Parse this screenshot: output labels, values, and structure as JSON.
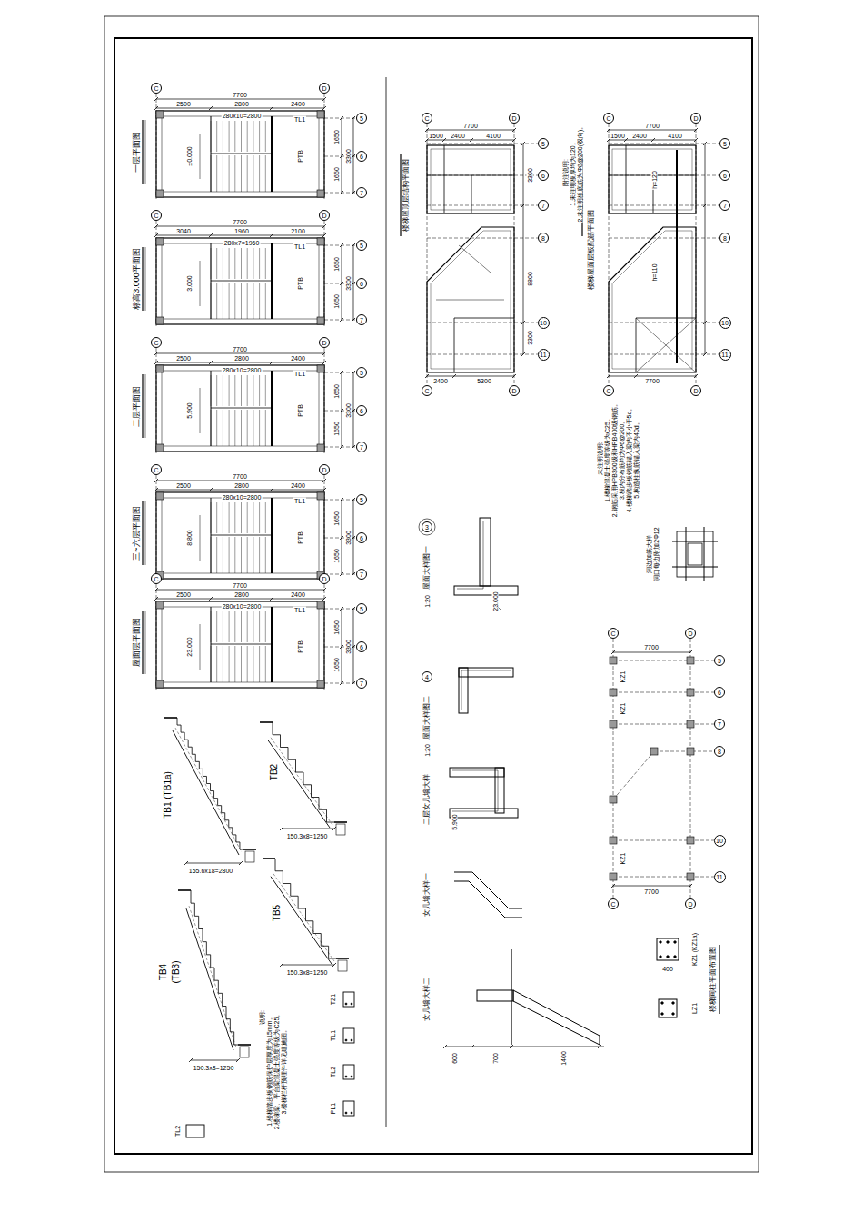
{
  "diagram": {
    "nodes": [
      {
        "text": [
          "C"
        ]
      },
      {
        "text": [
          "D"
        ]
      },
      {
        "text": [
          "5"
        ]
      },
      {
        "text": [
          "6"
        ]
      },
      {
        "text": [
          "7"
        ]
      },
      {
        "text": [
          "C"
        ]
      },
      {
        "text": [
          "D"
        ]
      },
      {
        "text": [
          "5"
        ]
      },
      {
        "text": [
          "6"
        ]
      },
      {
        "text": [
          "7"
        ]
      },
      {
        "text": [
          "C"
        ]
      },
      {
        "text": [
          "D"
        ]
      },
      {
        "text": [
          "5"
        ]
      },
      {
        "text": [
          "6"
        ]
      },
      {
        "text": [
          "7"
        ]
      },
      {
        "text": [
          "C"
        ]
      },
      {
        "text": [
          "D"
        ]
      },
      {
        "text": [
          "5"
        ]
      },
      {
        "text": [
          "6"
        ]
      },
      {
        "text": [
          "7"
        ]
      },
      {
        "text": [
          "C"
        ]
      },
      {
        "text": [
          "D"
        ]
      },
      {
        "text": [
          "5"
        ]
      },
      {
        "text": [
          "6"
        ]
      },
      {
        "text": [
          "7"
        ]
      },
      {
        "text": [
          "C"
        ]
      },
      {
        "text": [
          "D"
        ]
      },
      {
        "text": [
          "5"
        ]
      },
      {
        "text": [
          "6"
        ]
      },
      {
        "text": [
          "7"
        ]
      },
      {
        "text": [
          "8"
        ]
      },
      {
        "text": [
          "10"
        ]
      },
      {
        "text": [
          "11"
        ]
      },
      {
        "text": [
          "C"
        ]
      },
      {
        "text": [
          "D"
        ]
      },
      {
        "text": [
          "C"
        ]
      },
      {
        "text": [
          "D"
        ]
      },
      {
        "text": [
          "5"
        ]
      },
      {
        "text": [
          "6"
        ]
      },
      {
        "text": [
          "7"
        ]
      },
      {
        "text": [
          "8"
        ]
      },
      {
        "text": [
          "10"
        ]
      },
      {
        "text": [
          "11"
        ]
      },
      {
        "text": [
          "C"
        ]
      },
      {
        "text": [
          "D"
        ]
      },
      {
        "text": [
          "C"
        ]
      },
      {
        "text": [
          "D"
        ]
      },
      {
        "text": [
          "5"
        ]
      },
      {
        "text": [
          "6"
        ]
      },
      {
        "text": [
          "7"
        ]
      },
      {
        "text": [
          "8"
        ]
      },
      {
        "text": [
          "10"
        ]
      },
      {
        "text": [
          "11"
        ]
      },
      {
        "text": [
          "C"
        ]
      },
      {
        "text": [
          "D"
        ]
      },
      {
        "text": [
          "3"
        ]
      },
      {
        "text": [
          "4"
        ]
      }
    ],
    "labels": [
      "一层平面图",
      "7700",
      "2500",
      "2800",
      "2400",
      "280x10=2800",
      "1650",
      "1650",
      "3300",
      "±0.000",
      "PTB",
      "TL1",
      "标高3.000平面图",
      "7700",
      "3040",
      "1960",
      "2100",
      "280x7=1960",
      "1650",
      "1650",
      "3300",
      "3.000",
      "PTB",
      "TL1",
      "二层平面图",
      "7700",
      "2500",
      "2800",
      "2400",
      "280x10=2800",
      "1650",
      "1650",
      "3300",
      "5.900",
      "PTB",
      "TL1",
      "三~六层平面图",
      "7700",
      "2500",
      "2800",
      "2400",
      "280x10=2800",
      "1650",
      "1650",
      "3300",
      "8.800",
      "PTB",
      "TL1",
      "屋面层平面图",
      "7700",
      "2500",
      "2800",
      "2400",
      "280x10=2800",
      "1650",
      "1650",
      "3300",
      "23.000",
      "PTB",
      "TL1",
      "楼梯屋顶层结构平面图",
      "7700",
      "1500",
      "2400",
      "4100",
      "2400",
      "5300",
      "3300",
      "8800",
      "3300",
      "楼梯屋面层板配筋平面图",
      "附注说明:",
      "1.未注明板厚均为120。",
      "2.未注明板底筋为Φ8@200(双向)。",
      "7700",
      "1500",
      "2400",
      "4100",
      "h=120",
      "h=110",
      "7700",
      "未注明说明:",
      "1.楼梯混凝土强度等级为C25。",
      "2.钢筋采用HPB300级和HRB400级钢筋。",
      "3.板内分布筋均为Φ6@200。",
      "4.楼梯踏步板钢筋锚入梁内不小于5d。",
      "5.构造柱纵筋锚入梁内40d。",
      "洞边加筋大样",
      "洞口每边附加2Φ12",
      "屋面大样图一",
      "1:20",
      "屋面大样图二",
      "1:20",
      "二层女儿墙大样",
      "女儿墙大样一",
      "女儿墙大样二",
      "23.000",
      "5.900",
      "600",
      "700",
      "1400",
      "7700",
      "7700",
      "KZ1",
      "KZ1",
      "KZ1",
      "KZ1 (KZ1a)",
      "400",
      "LZ1",
      "楼梯间柱平面布置图",
      "TB1 (TB1a)",
      "155.6x18=2800",
      "TB2",
      "150.3x8=1250",
      "TB5",
      "150.3x8=1250",
      "TB4",
      "(TB3)",
      "150.3x8=1250",
      "说明:",
      "1.楼梯踏步板钢筋保护层厚度为15mm。",
      "2.楼梯梁、平台梁混凝土强度等级为C25。",
      "3.楼梯栏杆预埋件详见建施图。",
      "TZ1",
      "TL1",
      "TL2",
      "PL1",
      "TL2"
    ]
  }
}
